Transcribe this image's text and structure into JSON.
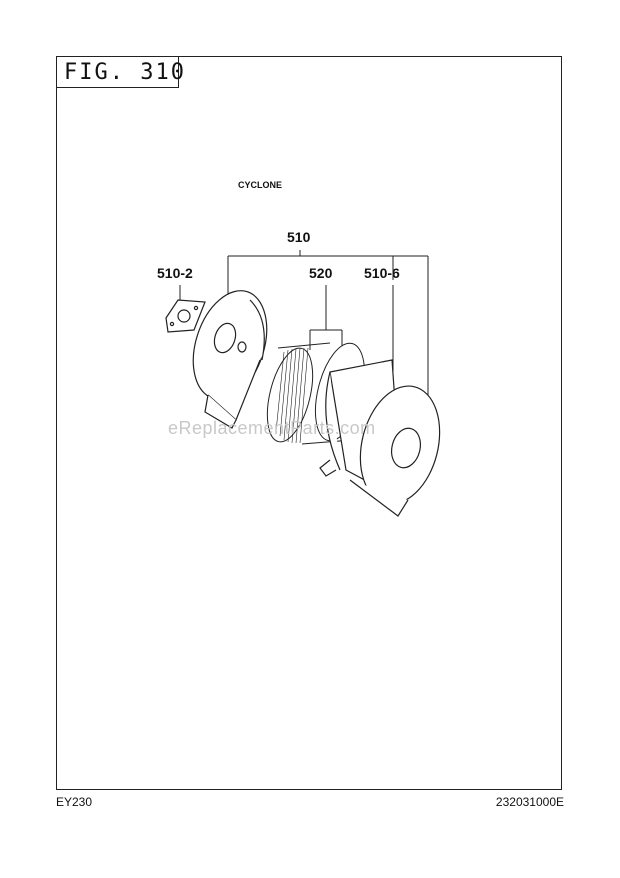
{
  "figure": {
    "label": "FIG. 310"
  },
  "subtitle": "CYCLONE",
  "callouts": {
    "assembly": "510",
    "gasket": "510-2",
    "element": "520",
    "cover": "510-6"
  },
  "watermark": "eReplacementParts.com",
  "footer": {
    "model": "EY230",
    "code": "232031000E"
  }
}
